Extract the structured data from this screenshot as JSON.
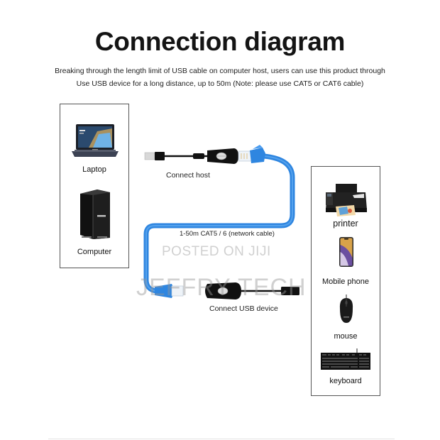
{
  "header": {
    "title": "Connection diagram",
    "subtitle_line1": "Breaking through the length limit of USB cable on computer host, users can use this product through",
    "subtitle_line2": "Use USB device for a long distance, up to 50m (Note: please use CAT5 or CAT6 cable)"
  },
  "host_devices": {
    "items": [
      {
        "label": "Laptop",
        "icon": "laptop-icon"
      },
      {
        "label": "Computer",
        "icon": "desktop-tower-icon"
      }
    ]
  },
  "cable": {
    "host_label": "Connect host",
    "network_label": "1-50m CAT5 / 6 (network cable)",
    "device_label": "Connect USB device",
    "color": "#2f86e0"
  },
  "usb_devices": {
    "items": [
      {
        "label": "printer",
        "icon": "printer-icon"
      },
      {
        "label": "Mobile phone",
        "icon": "mobile-phone-icon"
      },
      {
        "label": "mouse",
        "icon": "mouse-icon"
      },
      {
        "label": "keyboard",
        "icon": "keyboard-icon"
      }
    ]
  },
  "watermark": {
    "line1": "POSTED ON JIJI",
    "line2": "JEFFRY TECH"
  }
}
